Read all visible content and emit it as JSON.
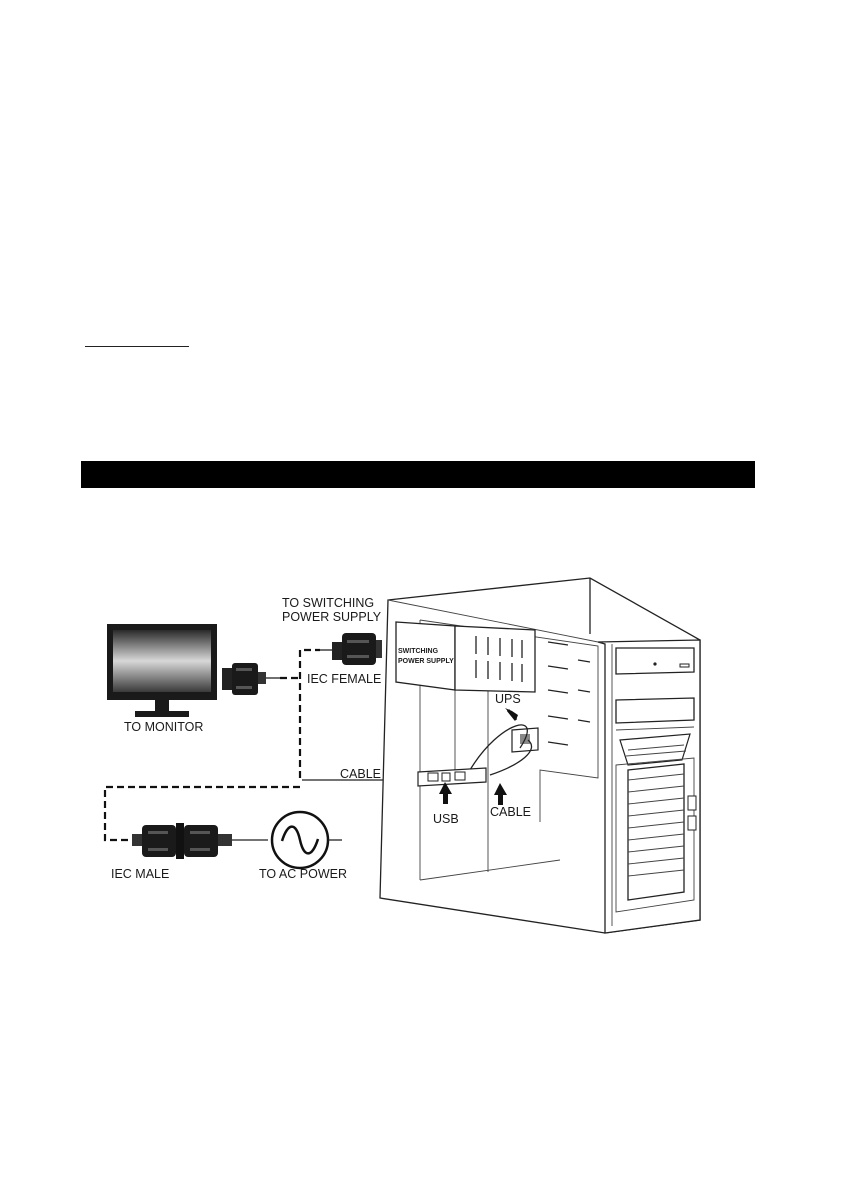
{
  "diagram": {
    "labels": {
      "to_switching_line1": "TO SWITCHING",
      "to_switching_line2": "POWER SUPPLY",
      "iec_female": "IEC FEMALE",
      "to_monitor": "TO MONITOR",
      "cable_left": "CABLE",
      "ups": "UPS",
      "usb": "USB",
      "cable_right": "CABLE",
      "iec_male": "IEC MALE",
      "to_ac_power": "TO AC POWER",
      "psu_label_line1": "SWITCHING",
      "psu_label_line2": "POWER SUPPLY"
    }
  }
}
